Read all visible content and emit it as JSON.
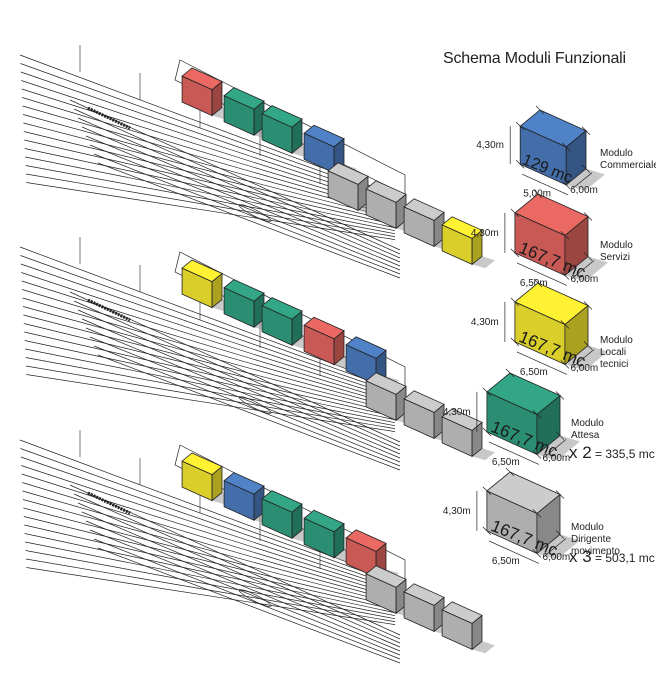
{
  "title": "Schema Moduli Funzionali",
  "colors": {
    "commerciale": "#4a78b8",
    "servizi": "#d9615c",
    "locali_tecnici": "#ece02e",
    "attesa": "#2f9a7c",
    "dirigente": "#bdbdbd",
    "line": "#222222"
  },
  "modules": [
    {
      "key": "commerciale",
      "name_line1": "Modulo",
      "name_line2": "Commerciale",
      "volume": "129 mc",
      "height": "4,30m",
      "depth": "5,00m",
      "width": "6,00m",
      "multiplier": "",
      "total": ""
    },
    {
      "key": "servizi",
      "name_line1": "Modulo",
      "name_line2": "Servizi",
      "volume": "167,7 mc",
      "height": "4,30m",
      "depth": "6,50m",
      "width": "6,00m",
      "multiplier": "",
      "total": ""
    },
    {
      "key": "locali_tecnici",
      "name_line1": "Modulo",
      "name_line2": "Locali tecnici",
      "volume": "167,7 mc",
      "height": "4,30m",
      "depth": "6,50m",
      "width": "6,00m",
      "multiplier": "",
      "total": ""
    },
    {
      "key": "attesa",
      "name_line1": "Modulo",
      "name_line2": "Attesa",
      "volume": "167,7 mc",
      "height": "4,30m",
      "depth": "6,50m",
      "width": "6,00m",
      "multiplier": "x 2",
      "total": "= 335,5 mc"
    },
    {
      "key": "dirigente",
      "name_line1": "Modulo",
      "name_line2": "Dirigente movimento",
      "volume": "167,7 mc",
      "height": "4,30m",
      "depth": "6,50m",
      "width": "6,00m",
      "multiplier": "x 3",
      "total": "= 503,1 mc"
    }
  ],
  "layouts": [
    {
      "name": "layout-1",
      "sequence": [
        "servizi",
        "attesa",
        "attesa",
        "commerciale",
        "dirigente",
        "dirigente",
        "dirigente",
        "locali_tecnici"
      ]
    },
    {
      "name": "layout-2",
      "sequence": [
        "locali_tecnici",
        "attesa",
        "attesa",
        "servizi",
        "commerciale",
        "dirigente",
        "dirigente",
        "dirigente"
      ]
    },
    {
      "name": "layout-3",
      "sequence": [
        "locali_tecnici",
        "commerciale",
        "attesa",
        "attesa",
        "servizi",
        "dirigente",
        "dirigente",
        "dirigente"
      ]
    }
  ]
}
